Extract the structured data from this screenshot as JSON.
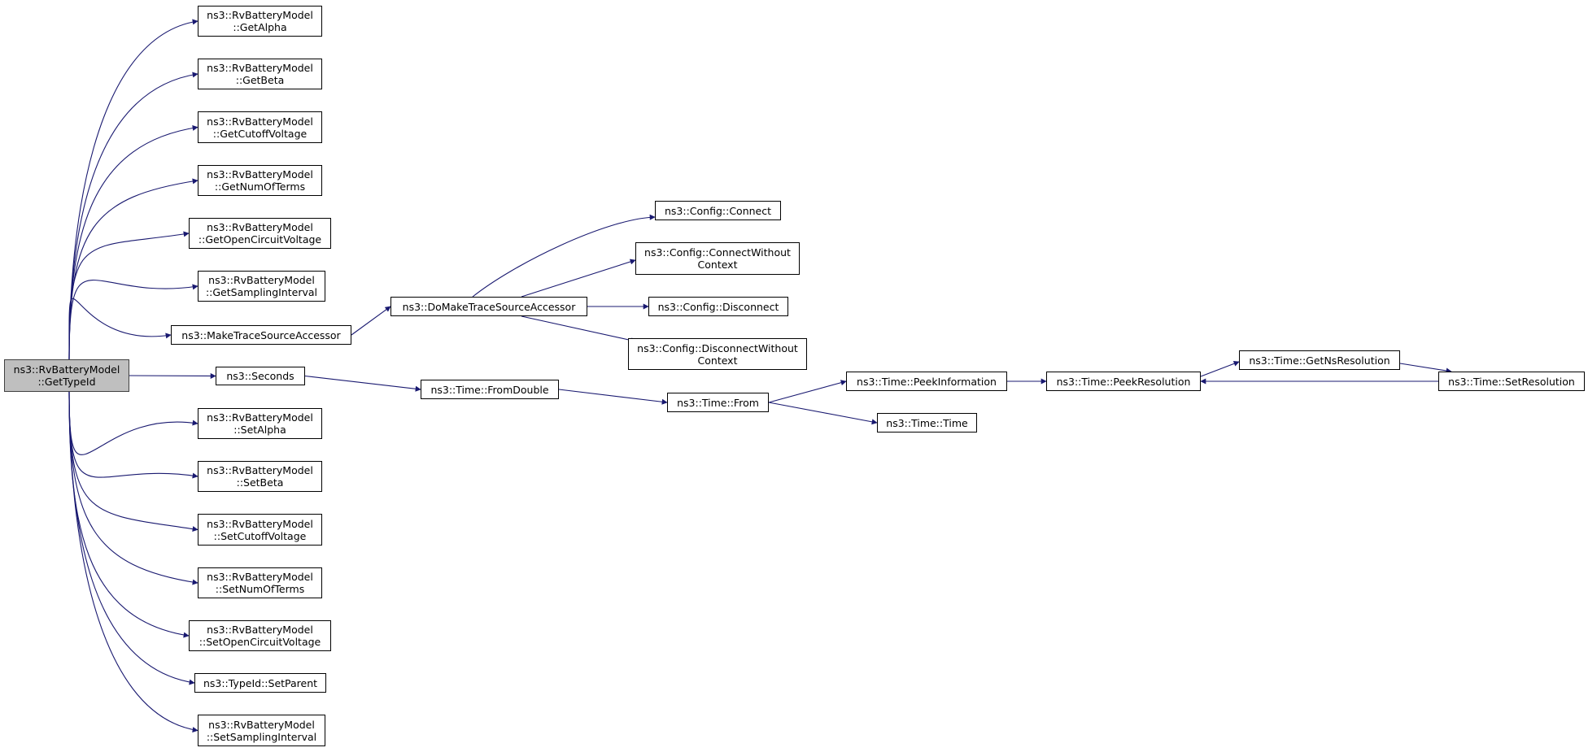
{
  "colors": {
    "edge": "#191970",
    "node_border": "#000000",
    "root_fill": "#bfbfbf",
    "node_fill": "#ffffff"
  },
  "nodes": {
    "getTypeId": [
      "ns3::RvBatteryModel",
      "::GetTypeId"
    ],
    "getAlpha": [
      "ns3::RvBatteryModel",
      "::GetAlpha"
    ],
    "getBeta": [
      "ns3::RvBatteryModel",
      "::GetBeta"
    ],
    "getCutoffVoltage": [
      "ns3::RvBatteryModel",
      "::GetCutoffVoltage"
    ],
    "getNumOfTerms": [
      "ns3::RvBatteryModel",
      "::GetNumOfTerms"
    ],
    "getOpenCircuitVoltage": [
      "ns3::RvBatteryModel",
      "::GetOpenCircuitVoltage"
    ],
    "getSamplingInterval": [
      "ns3::RvBatteryModel",
      "::GetSamplingInterval"
    ],
    "makeTraceSourceAccessor": [
      "ns3::MakeTraceSourceAccessor"
    ],
    "seconds": [
      "ns3::Seconds"
    ],
    "setAlpha": [
      "ns3::RvBatteryModel",
      "::SetAlpha"
    ],
    "setBeta": [
      "ns3::RvBatteryModel",
      "::SetBeta"
    ],
    "setCutoffVoltage": [
      "ns3::RvBatteryModel",
      "::SetCutoffVoltage"
    ],
    "setNumOfTerms": [
      "ns3::RvBatteryModel",
      "::SetNumOfTerms"
    ],
    "setOpenCircuitVoltage": [
      "ns3::RvBatteryModel",
      "::SetOpenCircuitVoltage"
    ],
    "typeIdSetParent": [
      "ns3::TypeId::SetParent"
    ],
    "setSamplingInterval": [
      "ns3::RvBatteryModel",
      "::SetSamplingInterval"
    ],
    "doMakeTraceSourceAccessor": [
      "ns3::DoMakeTraceSourceAccessor"
    ],
    "configConnect": [
      "ns3::Config::Connect"
    ],
    "configConnectWithoutContext": [
      "ns3::Config::ConnectWithout",
      "Context"
    ],
    "configDisconnect": [
      "ns3::Config::Disconnect"
    ],
    "configDisconnectWithoutContext": [
      "ns3::Config::DisconnectWithout",
      "Context"
    ],
    "timeFromDouble": [
      "ns3::Time::FromDouble"
    ],
    "timeFrom": [
      "ns3::Time::From"
    ],
    "timePeekInformation": [
      "ns3::Time::PeekInformation"
    ],
    "timeTime": [
      "ns3::Time::Time"
    ],
    "timePeekResolution": [
      "ns3::Time::PeekResolution"
    ],
    "timeGetNsResolution": [
      "ns3::Time::GetNsResolution"
    ],
    "timeSetResolution": [
      "ns3::Time::SetResolution"
    ]
  },
  "edges": [
    [
      "getTypeId",
      "getAlpha"
    ],
    [
      "getTypeId",
      "getBeta"
    ],
    [
      "getTypeId",
      "getCutoffVoltage"
    ],
    [
      "getTypeId",
      "getNumOfTerms"
    ],
    [
      "getTypeId",
      "getOpenCircuitVoltage"
    ],
    [
      "getTypeId",
      "getSamplingInterval"
    ],
    [
      "getTypeId",
      "makeTraceSourceAccessor"
    ],
    [
      "getTypeId",
      "seconds"
    ],
    [
      "getTypeId",
      "setAlpha"
    ],
    [
      "getTypeId",
      "setBeta"
    ],
    [
      "getTypeId",
      "setCutoffVoltage"
    ],
    [
      "getTypeId",
      "setNumOfTerms"
    ],
    [
      "getTypeId",
      "setOpenCircuitVoltage"
    ],
    [
      "getTypeId",
      "typeIdSetParent"
    ],
    [
      "getTypeId",
      "setSamplingInterval"
    ],
    [
      "makeTraceSourceAccessor",
      "doMakeTraceSourceAccessor"
    ],
    [
      "doMakeTraceSourceAccessor",
      "configConnect"
    ],
    [
      "doMakeTraceSourceAccessor",
      "configConnectWithoutContext"
    ],
    [
      "doMakeTraceSourceAccessor",
      "configDisconnect"
    ],
    [
      "doMakeTraceSourceAccessor",
      "configDisconnectWithoutContext"
    ],
    [
      "seconds",
      "timeFromDouble"
    ],
    [
      "timeFromDouble",
      "timeFrom"
    ],
    [
      "timeFrom",
      "timePeekInformation"
    ],
    [
      "timeFrom",
      "timeTime"
    ],
    [
      "timePeekInformation",
      "timePeekResolution"
    ],
    [
      "timePeekResolution",
      "timeGetNsResolution"
    ],
    [
      "timeGetNsResolution",
      "timeSetResolution"
    ],
    [
      "timeSetResolution",
      "timePeekResolution"
    ]
  ]
}
